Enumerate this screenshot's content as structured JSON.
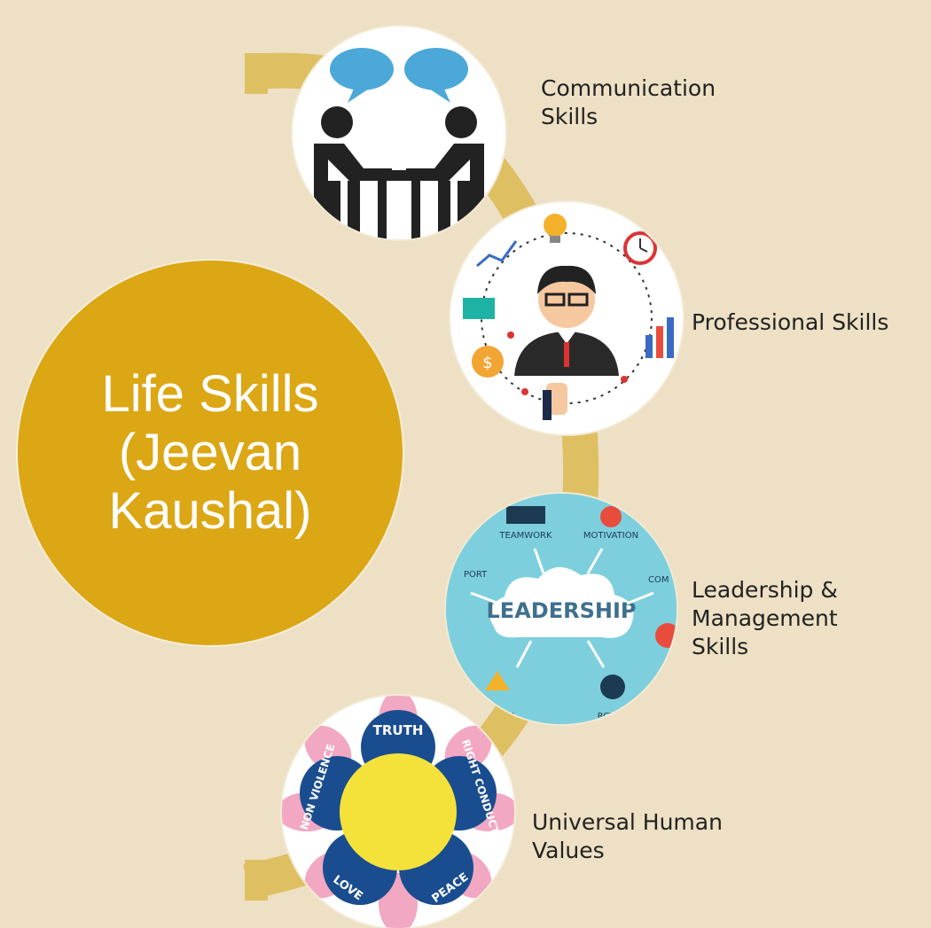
{
  "center": {
    "title": "Life Skills\n(Jeevan\nKaushal)"
  },
  "nodes": [
    {
      "label": "Communication\nSkills",
      "icon": "communication-icon"
    },
    {
      "label": "Professional Skills",
      "icon": "professional-icon"
    },
    {
      "label": "Leadership &\nManagement\nSkills",
      "icon": "leadership-icon"
    },
    {
      "label": "Universal Human\nValues",
      "icon": "values-flower-icon"
    }
  ],
  "leadership_image": {
    "center": "LEADERSHIP",
    "tags": [
      "TEAMWORK",
      "MOTIVATION",
      "PORT",
      "COM",
      "ATION",
      "RCYO"
    ]
  },
  "values_image": {
    "petals": [
      "TRUTH",
      "RIGHT CONDUCT",
      "PEACE",
      "LOVE",
      "NON VIOLENCE"
    ]
  },
  "colors": {
    "background": "#EDE0C4",
    "accent": "#DCA715",
    "connector": "#DEBF62"
  }
}
